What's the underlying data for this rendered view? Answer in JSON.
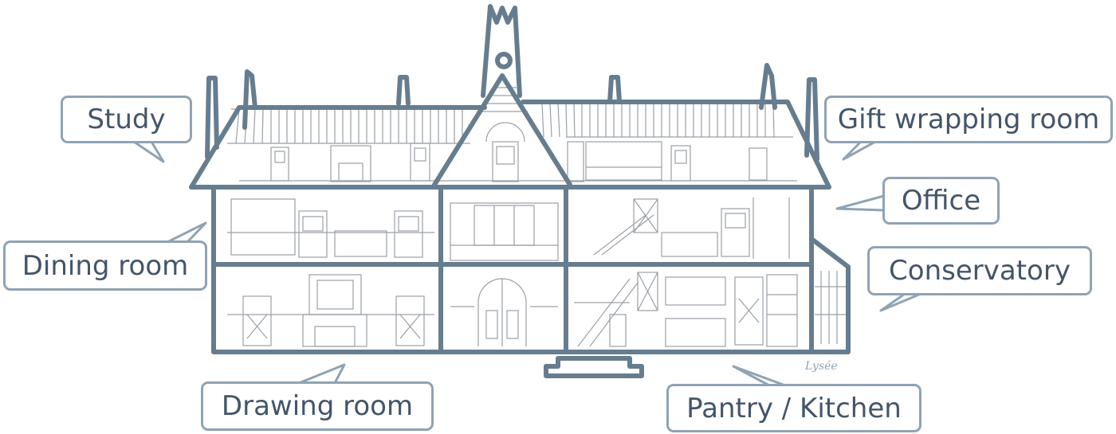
{
  "labels": {
    "study": "Study",
    "gift_wrapping": "Gift wrapping room",
    "office": "Office",
    "dining": "Dining room",
    "conservatory": "Conservatory",
    "drawing": "Drawing room",
    "pantry": "Pantry / Kitchen"
  },
  "signature": "Lysée",
  "colors": {
    "outline": "#667d8f",
    "callout_border": "#8fa3b3",
    "callout_text": "#44556a",
    "sketch": "#9aa0a6"
  }
}
